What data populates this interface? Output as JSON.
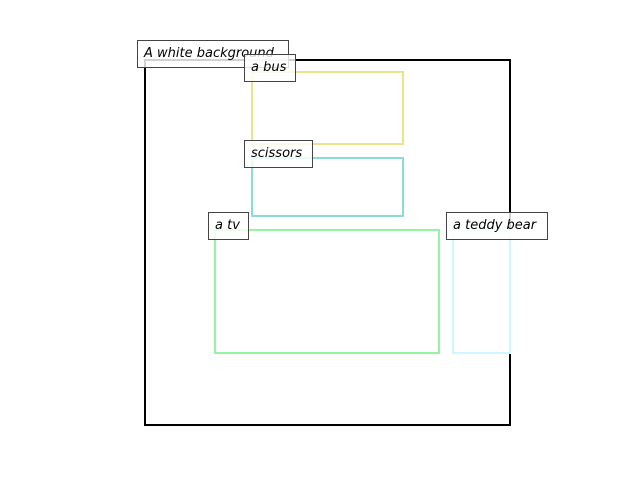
{
  "layout": {
    "canvas_label": "A white background",
    "objects": [
      {
        "label": "a bus",
        "color": "#e9e48c",
        "shape": "rectangle"
      },
      {
        "label": "scissors",
        "color": "#8ddada",
        "shape": "rectangle"
      },
      {
        "label": "a tv",
        "color": "#97f3a2",
        "shape": "rectangle"
      },
      {
        "label": "a teddy bear",
        "color": "#cff6ff",
        "shape": "rectangle"
      }
    ]
  },
  "colors": {
    "canvas_border": "#000000",
    "label_border": "#444444",
    "background": "#ffffff"
  }
}
